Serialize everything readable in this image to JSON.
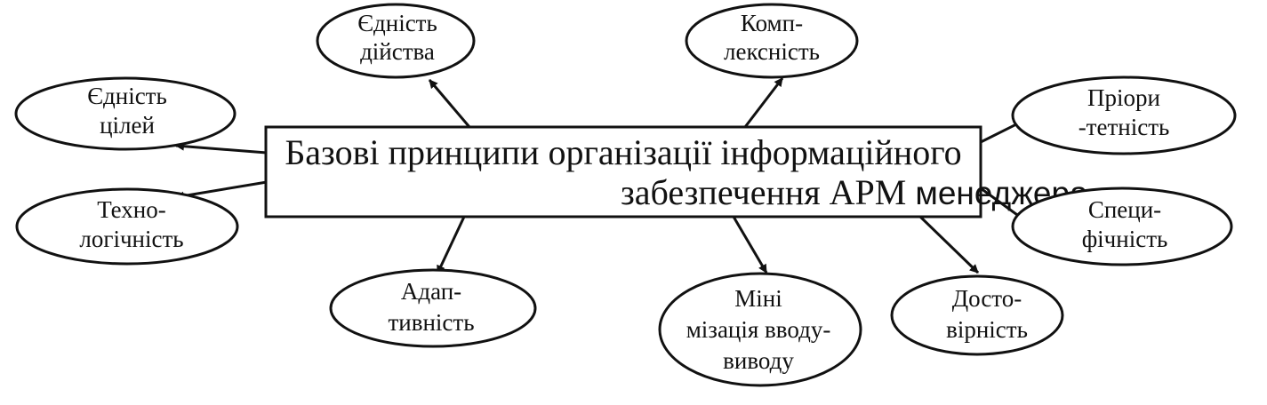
{
  "center": {
    "line1": "Базові принципи організації інформаційного",
    "line2_part1": "забезпечення АРМ ",
    "line2_part2": "менеджера"
  },
  "nodes": {
    "unity_action": {
      "lines": [
        "Єдність",
        "дійства"
      ]
    },
    "complexity": {
      "lines": [
        "Комп-",
        "лексність"
      ]
    },
    "unity_goals": {
      "lines": [
        "Єдність",
        "цілей"
      ]
    },
    "priority": {
      "lines": [
        "Пріори",
        "-тетність"
      ]
    },
    "technology": {
      "lines": [
        "Техно-",
        "логічність"
      ]
    },
    "specificity": {
      "lines": [
        "Специ-",
        "фічність"
      ]
    },
    "adaptivity": {
      "lines": [
        "Адап-",
        "тивність"
      ]
    },
    "minimization": {
      "lines": [
        "Міні",
        "мізація вводу-",
        "виводу"
      ]
    },
    "reliability": {
      "lines": [
        "Досто-",
        "вірність"
      ]
    }
  },
  "colors": {
    "ink": "#111111",
    "background": "#ffffff"
  }
}
